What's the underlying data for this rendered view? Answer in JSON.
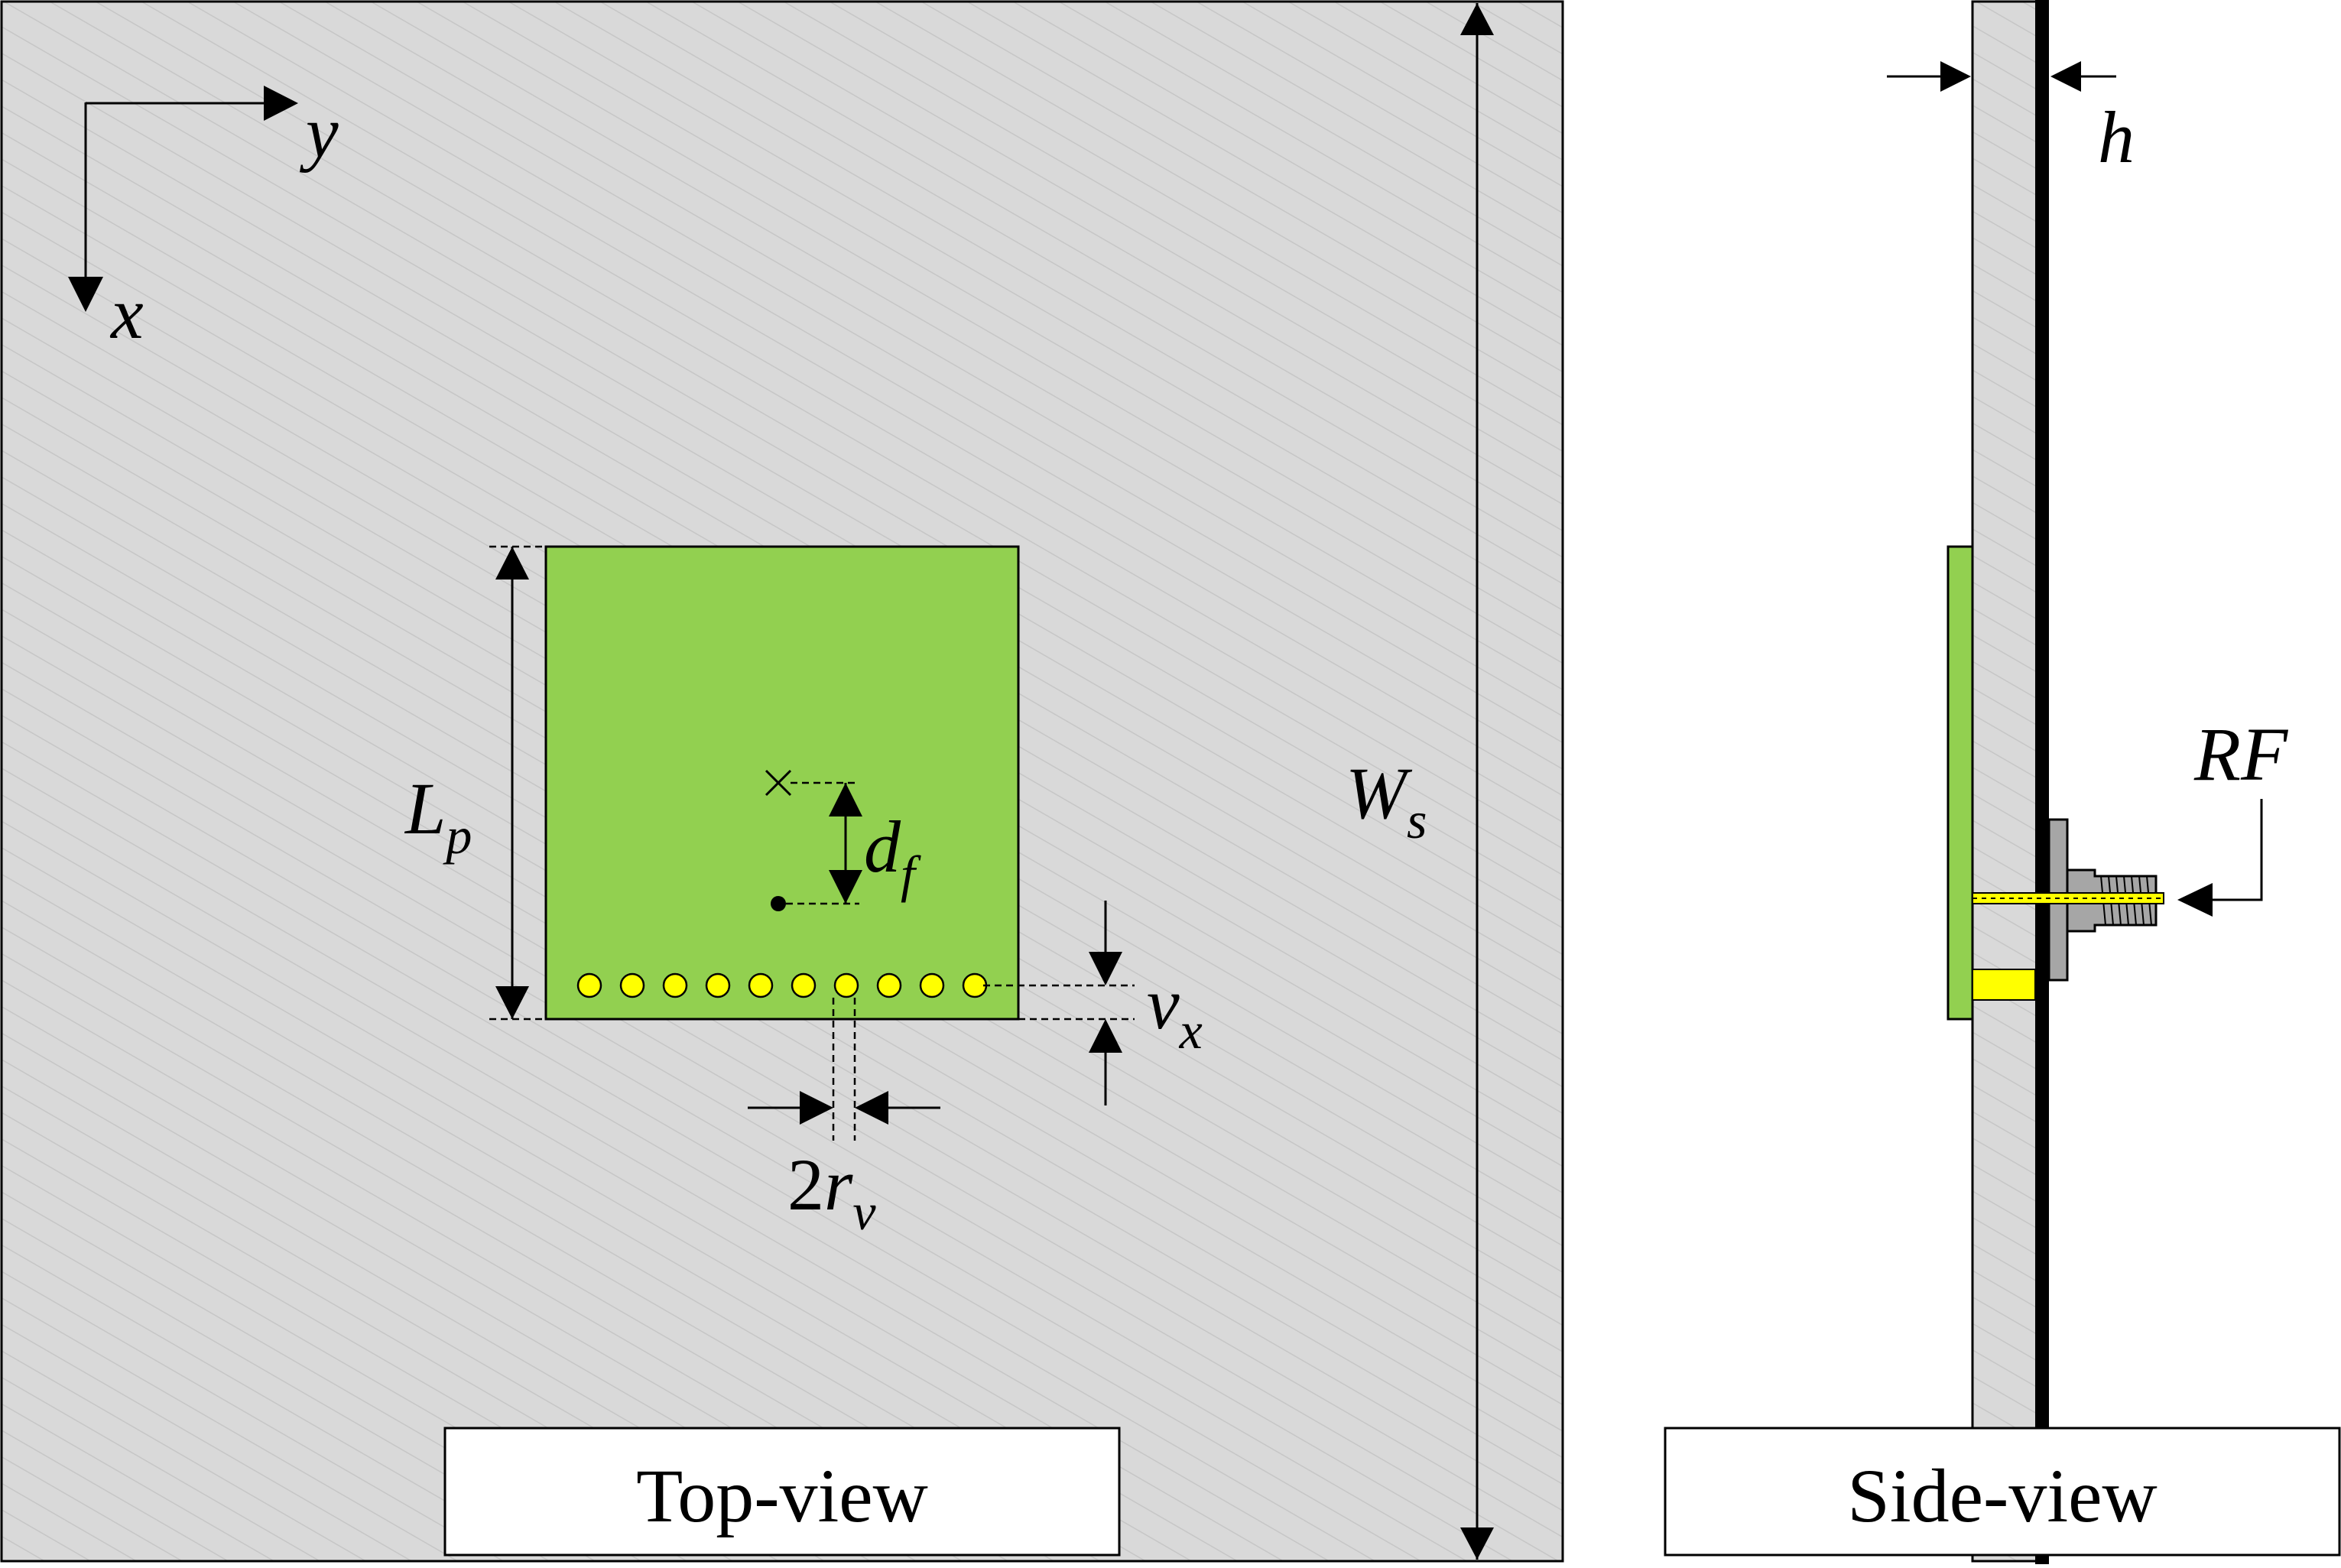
{
  "colors": {
    "substrate": "#d9d9d9",
    "hatch": "#c4c4c4",
    "patch": "#92d050",
    "via": "#ffff00",
    "ground": "#000000",
    "connector": "#a6a6a6",
    "outline": "#000000"
  },
  "axes": {
    "x_label": "x",
    "y_label": "y"
  },
  "top_view": {
    "caption": "Top-view",
    "labels": {
      "Lp": {
        "main": "L",
        "sub": "p"
      },
      "Ws": {
        "main": "W",
        "sub": "s"
      },
      "df": {
        "main": "d",
        "sub": "f"
      },
      "vx": {
        "main": "v",
        "sub": "x"
      },
      "rv": {
        "prefix": "2",
        "main": "r",
        "sub": "v"
      }
    },
    "via_count": 10
  },
  "side_view": {
    "caption": "Side-view",
    "labels": {
      "h": "h",
      "RF": "RF"
    }
  }
}
